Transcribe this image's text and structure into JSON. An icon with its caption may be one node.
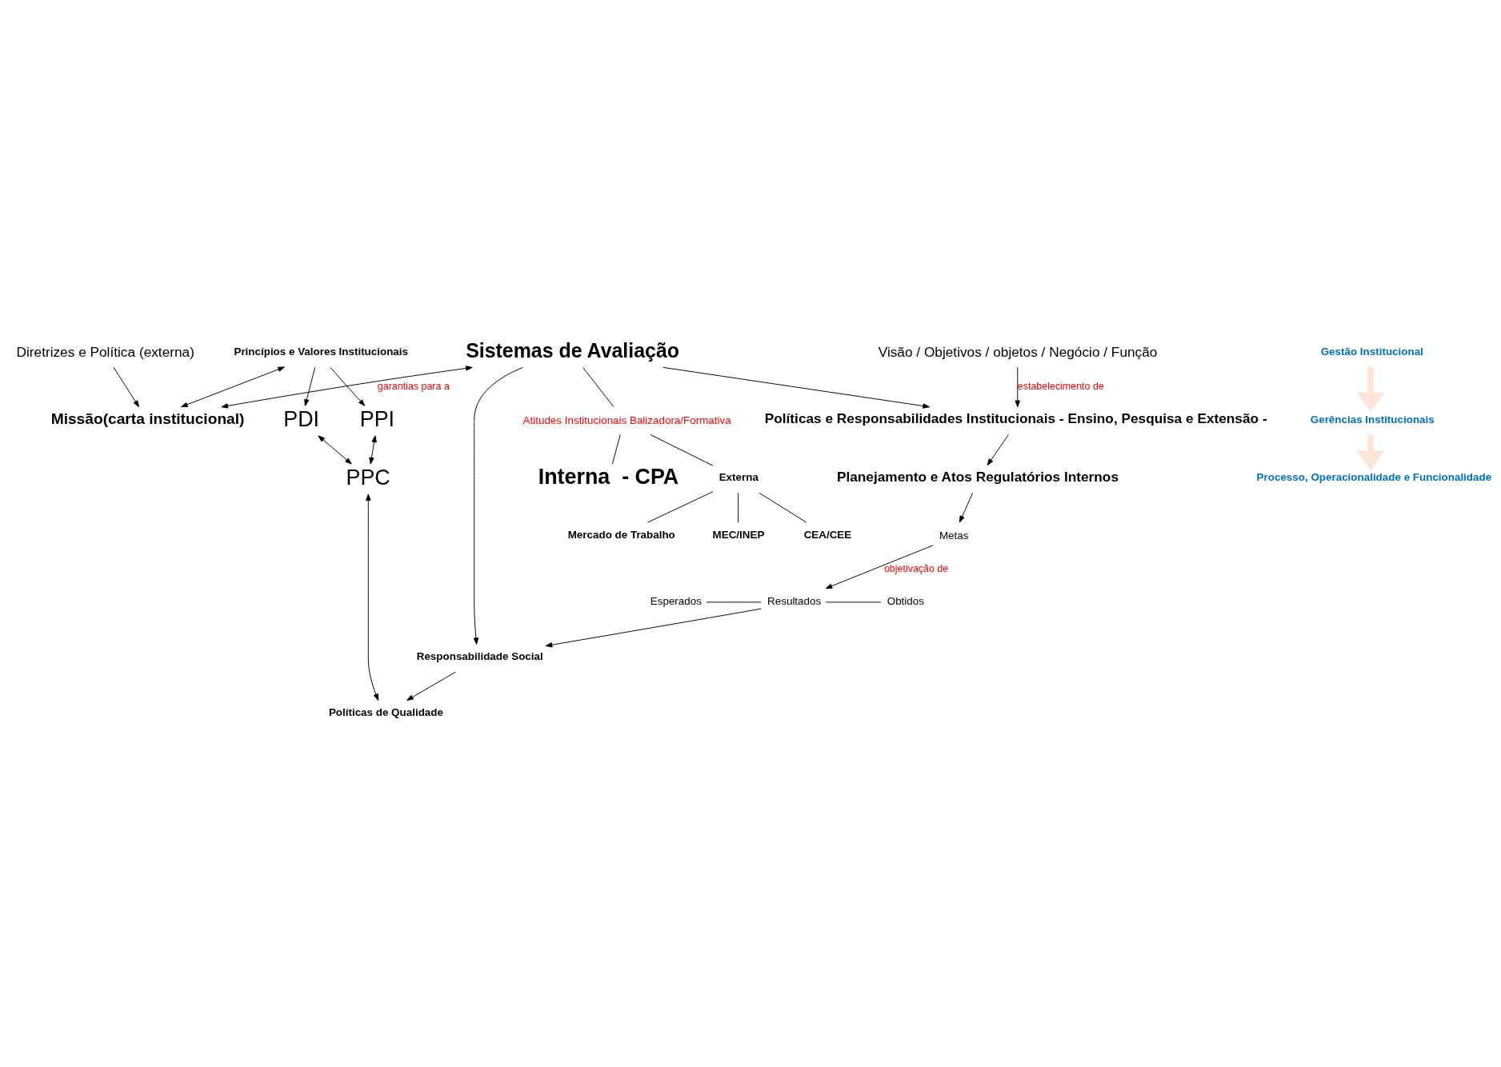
{
  "diagram": {
    "nodes": [
      {
        "text": [
          "Diretrizes e Política (externa)"
        ]
      },
      {
        "text": [
          "Missão(carta institucional)"
        ]
      },
      {
        "text": [
          "Visão / Objetivos / objetos / Negócio / Função"
        ]
      },
      {
        "text": [
          "Políticas e Responsabilidades Institucionais - Ensino, Pesquisa e Extensão -"
        ]
      },
      {
        "text": [
          "Planejamento e Atos Regulatórios Internos"
        ]
      },
      {
        "text": [
          "Metas"
        ]
      },
      {
        "text": [
          "Esperados"
        ]
      },
      {
        "text": [
          "Resultados"
        ]
      },
      {
        "text": [
          "Obtidos"
        ]
      },
      {
        "text": [
          "Responsabilidade Social"
        ]
      },
      {
        "text": [
          "Princípios e Valores Institucionais"
        ]
      },
      {
        "text": [
          "PDI"
        ]
      },
      {
        "text": [
          "PPI"
        ]
      },
      {
        "text": [
          "PPC"
        ]
      },
      {
        "text": [
          "Políticas de Qualidade"
        ]
      },
      {
        "text": [
          "Sistemas de Avaliação"
        ]
      },
      {
        "text": [
          "Atitudes Institucionais Balizadora/Formativa"
        ]
      },
      {
        "text": [
          "Externa"
        ]
      },
      {
        "text": [
          "Interna  - CPA"
        ]
      },
      {
        "text": [
          "MEC/INEP"
        ]
      },
      {
        "text": [
          "CEA/CEE"
        ]
      },
      {
        "text": [
          "Mercado de Trabalho"
        ]
      },
      {
        "text": [
          "Gestão Institucional"
        ]
      },
      {
        "text": [
          "Gerências Institucionais"
        ]
      },
      {
        "text": [
          "Processo, Operacionalidade e Funcionalidade"
        ]
      }
    ],
    "edges": [
      {
        "from": 0,
        "to": 1,
        "arrow": "to"
      },
      {
        "from": 2,
        "to": 3,
        "arrow": "to",
        "label": "estabelecimento de"
      },
      {
        "from": 3,
        "to": 4,
        "arrow": "to"
      },
      {
        "from": 4,
        "to": 5,
        "arrow": "to"
      },
      {
        "from": 5,
        "to": 7,
        "arrow": "to",
        "label": "objetivação de"
      },
      {
        "from": 6,
        "to": 7,
        "arrow": "none"
      },
      {
        "from": 7,
        "to": 8,
        "arrow": "none"
      },
      {
        "from": 7,
        "to": 9,
        "arrow": "to"
      },
      {
        "from": 9,
        "to": 14,
        "arrow": "to"
      },
      {
        "from": 10,
        "to": 1,
        "arrow": "both"
      },
      {
        "from": 10,
        "to": 11,
        "arrow": "to"
      },
      {
        "from": 10,
        "to": 12,
        "arrow": "to"
      },
      {
        "from": 11,
        "to": 13,
        "arrow": "both"
      },
      {
        "from": 12,
        "to": 13,
        "arrow": "both"
      },
      {
        "from": 13,
        "to": 14,
        "arrow": "both"
      },
      {
        "from": 15,
        "to": 1,
        "arrow": "both",
        "label": "garantias para a"
      },
      {
        "from": 15,
        "to": 3,
        "arrow": "to"
      },
      {
        "from": 15,
        "to": 9,
        "arrow": "to"
      },
      {
        "from": 15,
        "to": 16,
        "arrow": "none"
      },
      {
        "from": 16,
        "to": 17,
        "arrow": "none"
      },
      {
        "from": 16,
        "to": 18,
        "arrow": "none"
      },
      {
        "from": 17,
        "to": 19,
        "arrow": "none"
      },
      {
        "from": 17,
        "to": 20,
        "arrow": "none"
      },
      {
        "from": 17,
        "to": 21,
        "arrow": "none"
      },
      {
        "from": 22,
        "to": 23,
        "arrow": "to",
        "style": "thick",
        "color": "#fbe5d6"
      },
      {
        "from": 23,
        "to": 24,
        "arrow": "to",
        "style": "thick",
        "color": "#fbe5d6"
      }
    ]
  }
}
